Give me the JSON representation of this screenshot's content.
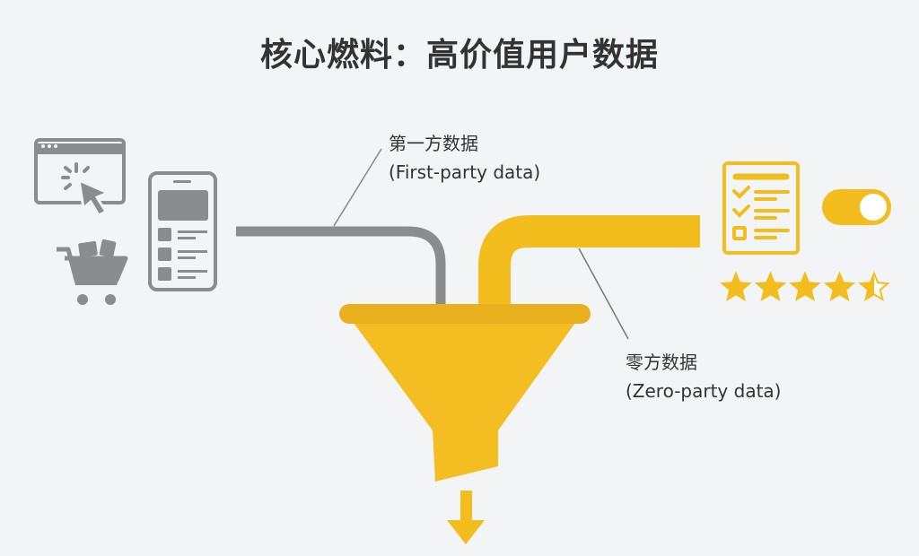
{
  "title": "核心燃料：高价值用户数据",
  "first_party": {
    "zh": "第一方数据",
    "en": "(First-party data)"
  },
  "zero_party": {
    "zh": "零方数据",
    "en": "(Zero-party data)"
  },
  "rating": {
    "value": 4.5,
    "max": 5
  },
  "toggle": {
    "state": "on"
  },
  "colors": {
    "accent": "#f2bd1d",
    "gray": "#8a8c8e",
    "background": "#f2f4f6",
    "text": "#333333"
  }
}
